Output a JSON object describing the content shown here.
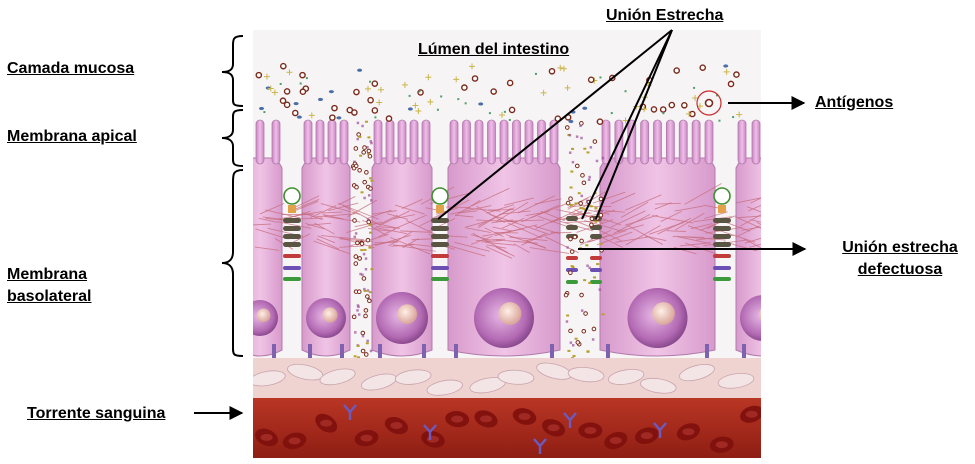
{
  "labels": {
    "camada_mucosa": "Camada  mucosa",
    "membrana_apical": "Membrana  apical",
    "membrana_basolateral_1": "Membrana",
    "membrana_basolateral_2": "basolateral",
    "torrente_sanguina": "Torrente sanguina",
    "lumen": "Lúmen del intestino",
    "union_estrecha": "Unión Estrecha",
    "antigenos": "Antígenos",
    "union_defectuosa_1": "Unión estrecha",
    "union_defectuosa_2": "defectuosa"
  },
  "colors": {
    "cell_fill": "#e9b3dc",
    "cell_edge": "#b981b4",
    "nucleus": "#c37fc0",
    "nucleolus": "#f1cfc2",
    "collagen": "#c46a7a",
    "stroma": "#e8c9c9",
    "blood": "#a3241a",
    "rbc": "#7e0f0c",
    "arrow": "#000000",
    "antigen_ring": "#c92a2a"
  },
  "icons": {
    "brackets": "curly-bracket-icon",
    "arrows": "right-arrow-icon"
  }
}
